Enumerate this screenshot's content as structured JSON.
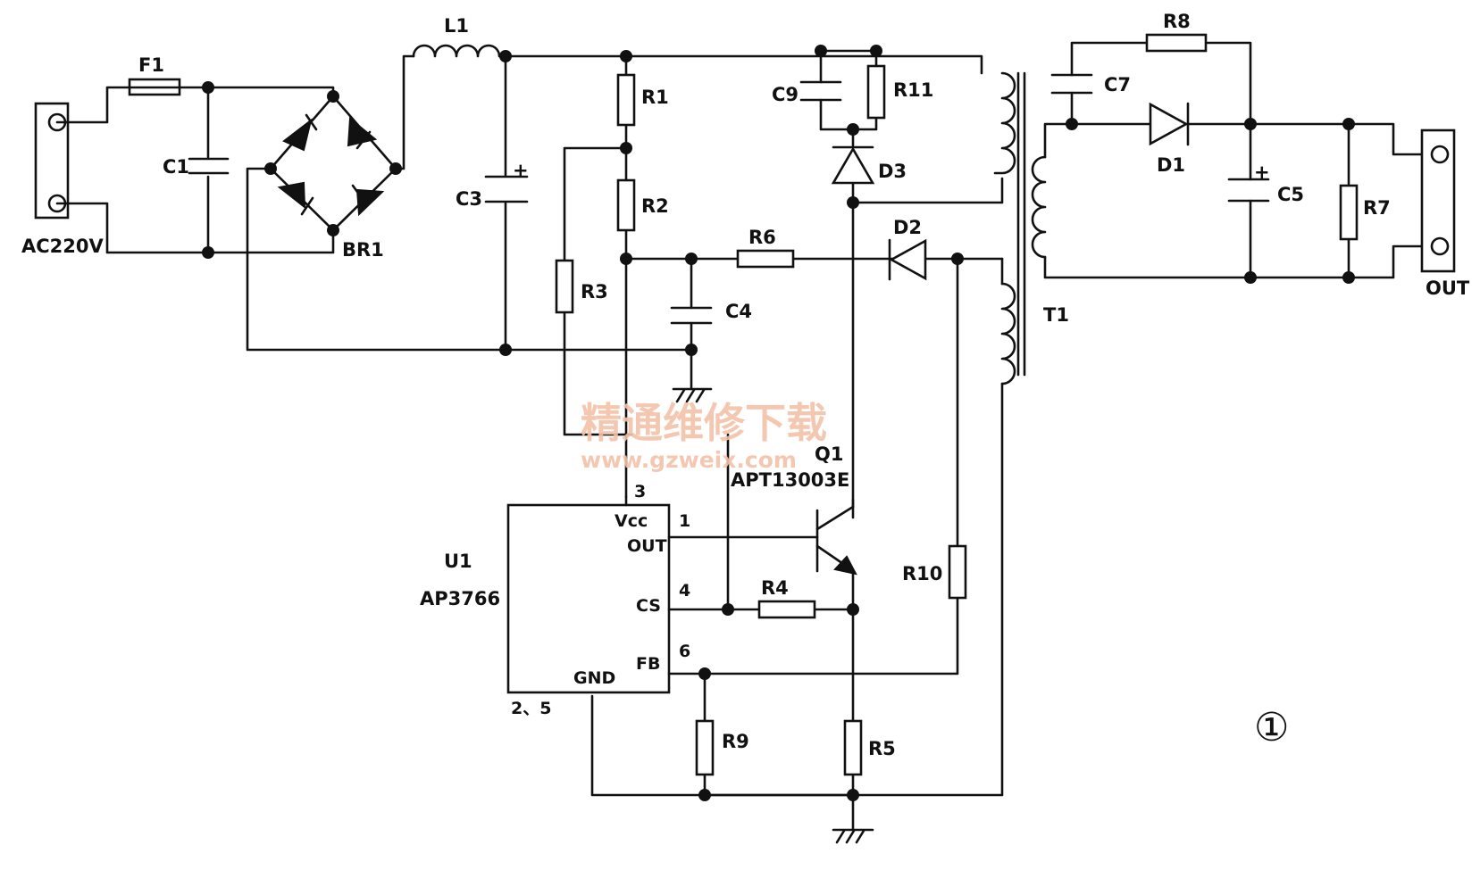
{
  "components": {
    "ac_input": "AC220V",
    "output": "OUT",
    "fuse": "F1",
    "inductor": "L1",
    "bridge": "BR1",
    "transformer": "T1",
    "ic_ref": "U1",
    "ic_part": "AP3766",
    "transistor_ref": "Q1",
    "transistor_part": "APT13003E",
    "c1": "C1",
    "c3": "C3",
    "c4": "C4",
    "c5": "C5",
    "c7": "C7",
    "c9": "C9",
    "r1": "R1",
    "r2": "R2",
    "r3": "R3",
    "r4": "R4",
    "r5": "R5",
    "r6": "R6",
    "r7": "R7",
    "r8": "R8",
    "r9": "R9",
    "r10": "R10",
    "r11": "R11",
    "d1": "D1",
    "d2": "D2",
    "d3": "D3",
    "polarity_plus": "+"
  },
  "ic_pins": {
    "vcc": "Vcc",
    "out": "OUT",
    "cs": "CS",
    "fb": "FB",
    "gnd": "GND",
    "vcc_num": "3",
    "out_num": "1",
    "cs_num": "4",
    "fb_num": "6",
    "gnd_num": "2、5"
  },
  "watermark": {
    "title": "精通维修下载",
    "url": "www.gzweix.com"
  },
  "figure_number": "①"
}
